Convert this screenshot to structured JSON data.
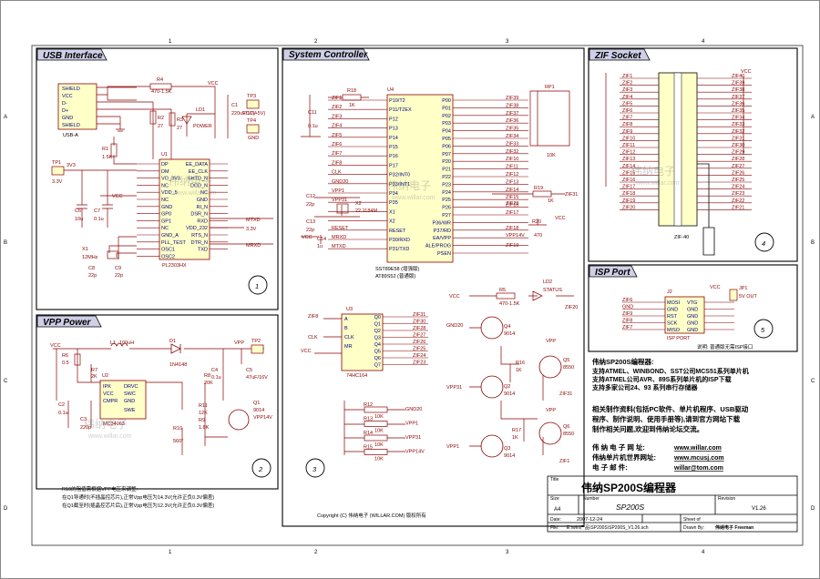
{
  "sheet": {
    "col_markers": [
      "1",
      "2",
      "3",
      "4",
      "1",
      "2",
      "3",
      "4"
    ],
    "row_markers": [
      "A",
      "B",
      "C",
      "D",
      "A",
      "B",
      "C",
      "D"
    ]
  },
  "panels": {
    "usb": {
      "title": "USB Interface",
      "number": "1"
    },
    "vpp": {
      "title": "VPP Power",
      "number": "2"
    },
    "sys": {
      "title": "System Controller",
      "number": "3"
    },
    "zif": {
      "title": "ZIF Socket",
      "number": "4"
    },
    "isp": {
      "title": "ISP Port",
      "number": "5"
    }
  },
  "usb": {
    "conn_pins": [
      "SHIELD",
      "VCC",
      "D-",
      "D+",
      "GND",
      "SHIELD"
    ],
    "conn_name": "USB-A",
    "chip_name": "U1",
    "chip_part": "PL2303HX",
    "left_pins": [
      "DP",
      "DM",
      "VO_3V3",
      "NC",
      "VDD_5",
      "NC",
      "GND",
      "GP0",
      "GP1",
      "NC",
      "GND_A",
      "PLL_TEST",
      "OSC1",
      "OSC2"
    ],
    "right_pins": [
      "EE_DATA",
      "EE_CLK",
      "SHTD_N",
      "DCD_N",
      "NC",
      "GND",
      "RI_N",
      "DSR_N",
      "RXD",
      "VDD_232",
      "RTS_N",
      "DTR_N",
      "TXD"
    ],
    "r4": "R4",
    "r4v": "470-1.5K",
    "r2": "R2",
    "r2v": "27",
    "r3": "R3",
    "r3v": "27",
    "r1": "R1",
    "r1v": "1.5K",
    "ld1": "LD1",
    "power": "POWER",
    "c1": "C1",
    "c1v": "220uF/10V",
    "tp3": "TP3",
    "tp3v": "VCC(+5V)",
    "tp4": "TP4",
    "gnd": "GND",
    "tp1": "TP1",
    "v33": "3V3",
    "v33b": "3.3V",
    "c6": "C6",
    "c6v": "10u",
    "c7": "C7",
    "c7v": "0.1u",
    "x1": "X1",
    "x1v": "12MHz",
    "c8": "C8",
    "c8v": "22p",
    "c9": "C9",
    "c9v": "22p",
    "vcc": "VCC",
    "mtxd": "MTXD",
    "v33n": "3.3V",
    "mrxd": "MRXD"
  },
  "vpp": {
    "l1": "L1",
    "l1v": "100uH",
    "r6": "R6",
    "r6v": "0.5",
    "d1": "D1",
    "d1v": "1N4148",
    "u2": "U2",
    "u2part": "MC34063",
    "u2pins": [
      "IPK",
      "VCC",
      "CMPR",
      "SWE",
      "DRVC",
      "SWC",
      "GND"
    ],
    "c2": "C2",
    "c2v": "0.1u",
    "c3": "C3",
    "c3v": "220p",
    "r7": "R7",
    "r7v": "2K",
    "r8": "R8",
    "r8v": "20K",
    "c4": "C4",
    "c4v": "0.1u",
    "c5": "C5",
    "c5v": "47uF/16V",
    "tp2": "TP2",
    "vpp": "VPP",
    "r11": "R11",
    "r11v": "12K",
    "r9": "R9",
    "r9v": "1.8K",
    "r10": "R10",
    "r10v": "560*",
    "q1": "Q1",
    "q1v": "9014",
    "vpp14": "VPP14V",
    "notes": [
      "R10的阻值需根据VPP电压来调整:",
      "在Q1导通时(不插晶控芯片),正常Vpp电压为14.3V(允许正负0.3V偏差)",
      "在Q1截至时(插晶控芯片后),正常Vpp电压为12.3V(允许正负0.3V偏差)"
    ],
    "vcc": "VCC"
  },
  "sys": {
    "u4": "U4",
    "u4part": "SST89E58 (增强版)",
    "u4alt": "AT89S52 (普通版)",
    "left_pins": [
      "P10/T2",
      "P11/T2EX",
      "P12",
      "P13",
      "P14",
      "P15",
      "P16",
      "P17",
      "P32/INT0",
      "P33/INT1",
      "P34",
      "P35",
      "X1",
      "X2",
      "RESET",
      "P30/RXD",
      "P31/TXD"
    ],
    "right_pins": [
      "P00",
      "P01",
      "P02",
      "P03",
      "P04",
      "P05",
      "P06",
      "P07",
      "P20",
      "P21",
      "P22",
      "P23",
      "P24",
      "P25",
      "P26",
      "P27",
      "P36/WR",
      "P37/RD",
      "EA/VPP",
      "ALE/PROG",
      "PSEN"
    ],
    "left_nets": [
      "ZIF1",
      "ZIF2",
      "ZIF3",
      "ZIF4",
      "ZIF5",
      "ZIF6",
      "ZIF7",
      "ZIF8",
      "CLK",
      "GND20",
      "VPP1",
      "VPP31",
      "",
      "",
      "RESET",
      "MRXD",
      "MTXD"
    ],
    "right_nets": [
      "ZIF39",
      "ZIF38",
      "ZIF37",
      "ZIF36",
      "ZIF35",
      "ZIF34",
      "ZIF33",
      "ZIF32",
      "ZIF10",
      "ZIF11",
      "ZIF12",
      "ZIF13",
      "ZIF14",
      "ZIF15",
      "ZIF16",
      "ZIF17",
      "",
      "ZIF18",
      "VPP14V",
      "",
      ""
    ],
    "r18": "R18",
    "r18v": "1K",
    "c11": "C11",
    "c11v": "0.1u",
    "c12": "C12",
    "c12v": "22p",
    "c13": "C13",
    "c13v": "22p",
    "x2": "X2",
    "x2v": "22.1184M",
    "c14": "C14",
    "c14v": "1u",
    "rp1": "RP1",
    "rp1v": "10K",
    "r19": "R19",
    "r19v": "1K",
    "r20": "R20",
    "r20v": "470",
    "zif31": "ZIF31",
    "zif19": "ZIF19",
    "zif29": "ZIF29",
    "vcc": "VCC",
    "u3": "U3",
    "u3part": "74HC164",
    "u3left": [
      "A",
      "B",
      "CLK",
      "MR"
    ],
    "u3right": [
      "Q0",
      "Q1",
      "Q2",
      "Q3",
      "Q4",
      "Q5",
      "Q6",
      "Q7"
    ],
    "u3nets": [
      "ZIF31",
      "ZIF30",
      "ZIF28",
      "ZIF27",
      "ZIF26",
      "ZIF25",
      "ZIF24",
      "ZIF23"
    ],
    "zif8": "ZIF8",
    "clk": "CLK",
    "r12": "R12",
    "r13": "R13",
    "r14": "R14",
    "r15": "R15",
    "rv": "10K",
    "r12n": "GND20",
    "r13n": "VPP1",
    "r14n": "VPP31",
    "r15n": "VPP14V",
    "r5": "R5",
    "r5v": "470-1.5K",
    "ld2": "LD2",
    "status": "STATUS",
    "zif20": "ZIF20",
    "gnd20": "GND20",
    "q4": "Q4",
    "q4v": "9014",
    "vpp31": "VPP31",
    "q2": "Q2",
    "q2v": "9014",
    "vpp1": "VPP1",
    "q3": "Q3",
    "q3v": "9014",
    "q5": "Q5",
    "q5v": "8550",
    "q6": "Q6",
    "q6v": "8550",
    "r16": "R16",
    "r16v": "1K",
    "r17": "R17",
    "r17v": "1K",
    "zif31b": "ZIF31",
    "zif1": "ZIF1",
    "vpp": "VPP",
    "copyright": "Copyright (C) 伟纳电子 (WILLAR.COM) 版权所有"
  },
  "zif": {
    "part": "ZIF-40",
    "left_pins": [
      "ZIF1",
      "ZIF2",
      "ZIF3",
      "ZIF4",
      "ZIF5",
      "ZIF6",
      "ZIF7",
      "ZIF8",
      "ZIF9",
      "ZIF10",
      "ZIF11",
      "ZIF12",
      "ZIF13",
      "ZIF14",
      "ZIF15",
      "ZIF16",
      "ZIF17",
      "ZIF18",
      "ZIF19",
      "ZIF20"
    ],
    "right_pins": [
      "ZIF40",
      "ZIF39",
      "ZIF38",
      "ZIF37",
      "ZIF36",
      "ZIF35",
      "ZIF34",
      "ZIF33",
      "ZIF32",
      "ZIF31",
      "ZIF30",
      "ZIF29",
      "ZIF28",
      "ZIF27",
      "ZIF26",
      "ZIF25",
      "ZIF24",
      "ZIF23",
      "ZIF22",
      "ZIF21"
    ],
    "vcc": "VCC"
  },
  "isp": {
    "j2": "J2",
    "part": "ISP PORT",
    "left_nets": [
      "ZIF6",
      "GND",
      "ZIF9",
      "ZIF8",
      "ZIF7"
    ],
    "left_pins": [
      "MOSI",
      "GND",
      "RST",
      "SCK",
      "MISO"
    ],
    "right_pins": [
      "VTG",
      "GND",
      "GND",
      "GND",
      "GND"
    ],
    "jp1": "JP1",
    "jp1v": "5V OUT",
    "note": "说明: 普通版无需ISP接口",
    "vcc": "VCC"
  },
  "info": {
    "title": "伟纳SP200S编程器:",
    "lines": [
      "支持ATMEL、WINBOND、SST公司MCS51系列单片机",
      "支持ATMEL公司AVR、89S系列单片机的ISP下载",
      "支持多家公司24、93 系列串行存储器"
    ],
    "para": [
      "相关制作资料(包括PC软件、单片机程序、USB驱动",
      "程序、制作说明、使用手册等),请到官方网站下载",
      "制作相关问题,欢迎到伟纳论坛交流。"
    ],
    "web": [
      {
        "label": "伟 纳 电 子 网 址:",
        "value": "www.willar.com"
      },
      {
        "label": "伟纳单片机世界网址:",
        "value": "www.mcusj.com"
      },
      {
        "label": "电    子    邮    件:",
        "value": "willar@tom.com"
      }
    ]
  },
  "titleblock": {
    "title_lbl": "Title",
    "title": "伟纳SP200S编程器",
    "size_lbl": "Size",
    "size": "A4",
    "number_lbl": "Number",
    "number": "SP200S",
    "revision_lbl": "Revision",
    "revision": "V1.26",
    "date_lbl": "Date:",
    "date": "2007-12-24",
    "sheet_lbl": "Sheet    of",
    "file_lbl": "File:",
    "file": "E:\\win\\产品\\SP200S\\SP200S_V1.26.sch",
    "drawn_lbl": "Drawn By:",
    "drawn": "伟纳电子 Freeman"
  },
  "watermark": {
    "text": "伟纳电子",
    "url": "www.willar.com"
  }
}
